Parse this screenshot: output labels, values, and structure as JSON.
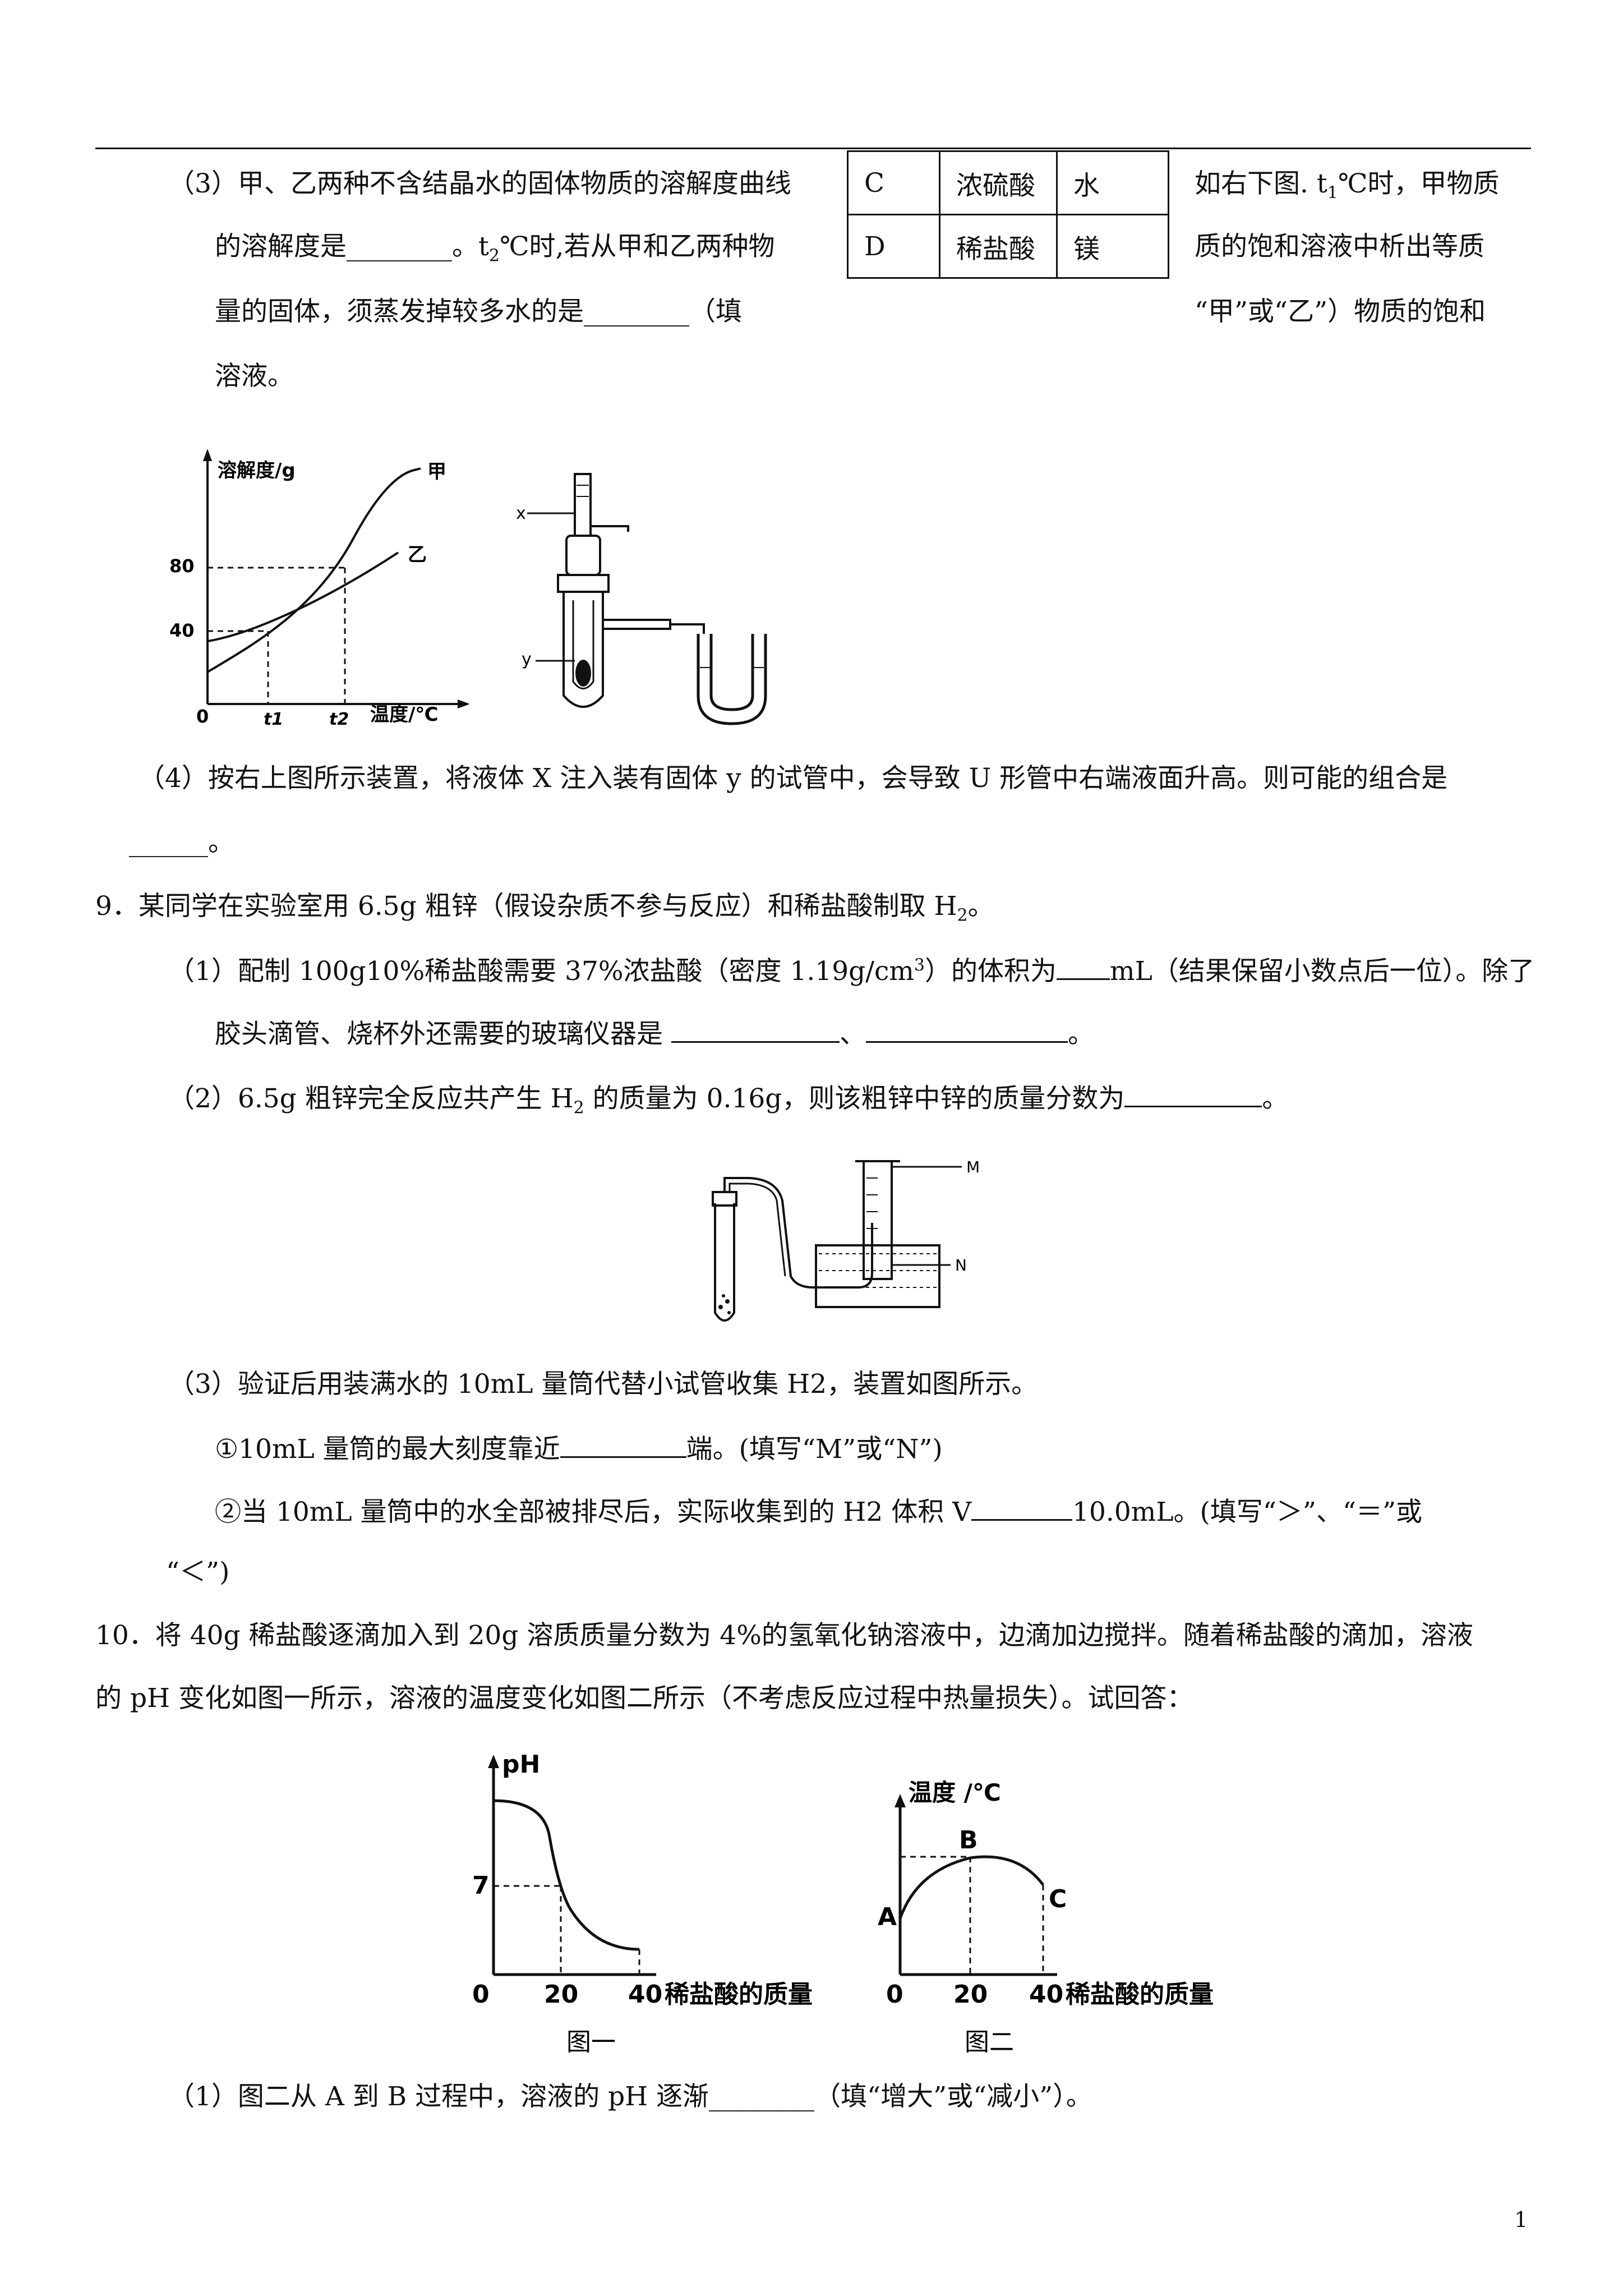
{
  "q8": {
    "part3": {
      "line1": "（3）甲、乙两种不含结晶水的固体物质的溶解度曲线",
      "line2a": "的溶解度是________。t",
      "line2sub": "2",
      "line2b": "℃时,若从甲和乙两种物",
      "line3": "量的固体，须蒸发掉较多水的是________（填",
      "line4": "溶液。",
      "right1a": "如右下图. t",
      "right1sub": "1",
      "right1b": "℃时，甲物质",
      "right2": "质的饱和溶液中析出等质",
      "right3": "“甲”或“乙”）物质的饱和"
    },
    "table": [
      [
        "C",
        "浓硫酸",
        "水"
      ],
      [
        "D",
        "稀盐酸",
        "镁"
      ]
    ],
    "graph": {
      "ylabel": "溶解度/g",
      "xlabel": "温度/℃",
      "origin": "0",
      "yticks": [
        "80",
        "40"
      ],
      "xticks": [
        "t1",
        "t2"
      ],
      "series": [
        "甲",
        "乙"
      ]
    },
    "apparatus": {
      "x_label": "x",
      "y_label": "y"
    },
    "part4_line1": "（4）按右上图所示装置，将液体 X 注入装有固体 y 的试管中，会导致 U 形管中右端液面升高。则可能的组合是",
    "part4_line2": "______。"
  },
  "q9": {
    "stem_a": "9．某同学在实验室用 6.5g 粗锌（假设杂质不参与反应）和稀盐酸制取 H",
    "stem_sub": "2",
    "stem_b": "。",
    "p1_line1a": "（1）配制 100g10%稀盐酸需要 37%浓盐酸（密度 1.19g/cm",
    "p1_sup": "3",
    "p1_line1b": "）的体积为",
    "p1_line1c": "mL（结果保留小数点后一位）。除了",
    "p1_line2a": "胶头滴管、烧杯外还需要的玻璃仪器是 ",
    "p1_line2b": "、",
    "p1_line2c": "。",
    "p2a": "（2）6.5g 粗锌完全反应共产生 H",
    "p2sub": "2",
    "p2b": " 的质量为 0.16g，则该粗锌中锌的质量分数为",
    "p2c": "。",
    "apparatus": {
      "m_label": "M",
      "n_label": "N"
    },
    "p3": "（3）验证后用装满水的 10mL 量筒代替小试管收集 H2，装置如图所示。",
    "p3_i_a": "①10mL 量筒的最大刻度靠近",
    "p3_i_b": "端。(填写“M”或“N”)",
    "p3_ii_a": "②当 10mL 量筒中的水全部被排尽后，实际收集到的 H2 体积 V",
    "p3_ii_b": "10.0mL。(填写“＞”、“＝”或",
    "p3_ii_c": "“＜”)"
  },
  "q10": {
    "line1": "10．将 40g 稀盐酸逐滴加入到 20g 溶质质量分数为 4%的氢氧化钠溶液中，边滴加边搅拌。随着稀盐酸的滴加，溶液",
    "line2": "的 pH 变化如图一所示，溶液的温度变化如图二所示（不考虑反应过程中热量损失）。试回答：",
    "chart1": {
      "ylabel": "pH",
      "ytick": "7",
      "origin": "0",
      "xticks": [
        "20",
        "40"
      ],
      "xlabel": "稀盐酸的质量",
      "caption": "图一"
    },
    "chart2": {
      "ylabel": "温度 /℃",
      "origin": "0",
      "xticks": [
        "20",
        "40"
      ],
      "xlabel": "稀盐酸的质量",
      "points": [
        "A",
        "B",
        "C"
      ],
      "caption": "图二"
    },
    "q1": "（1）图二从 A 到 B 过程中，溶液的 pH 逐渐________（填“增大”或“减小”）。"
  },
  "page_number": "1"
}
